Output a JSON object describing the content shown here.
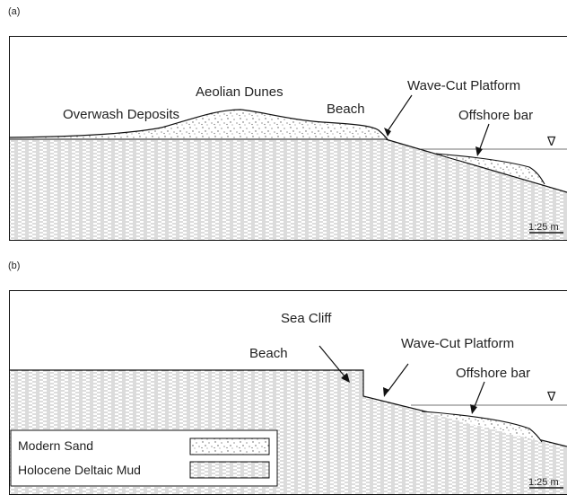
{
  "panel_a": {
    "tag": "(a)",
    "labels": {
      "overwash": "Overwash Deposits",
      "dunes": "Aeolian Dunes",
      "beach": "Beach",
      "platform": "Wave-Cut Platform",
      "bar": "Offshore bar"
    },
    "water_symbol": "∇",
    "scale": "1:25 m"
  },
  "panel_b": {
    "tag": "(b)",
    "labels": {
      "cliff": "Sea Cliff",
      "beach": "Beach",
      "platform": "Wave-Cut Platform",
      "bar": "Offshore bar"
    },
    "water_symbol": "∇",
    "scale": "1:25 m"
  },
  "legend": {
    "sand": "Modern Sand",
    "mud": "Holocene Deltaic Mud"
  }
}
